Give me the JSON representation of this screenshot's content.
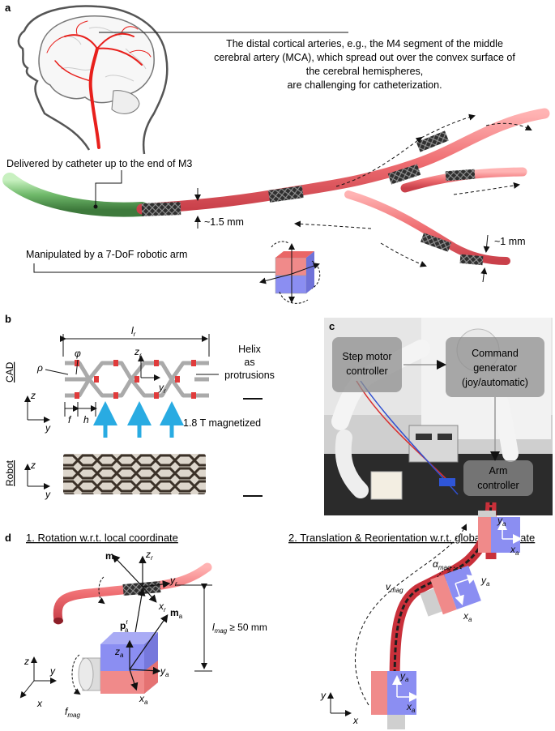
{
  "panel_a": {
    "letter": "a",
    "caption_lines": [
      "The distal cortical arteries, e.g., the M4 segment of the middle",
      "cerebral artery (MCA), which spread out over the convex surface of",
      "the cerebral hemispheres,",
      "are challenging for catheterization."
    ],
    "catheter_label": "Delivered by catheter up to the end of M3",
    "diameter_large": "~1.5 mm",
    "diameter_small": "~1 mm",
    "arm_label": "Manipulated by a 7-DoF robotic arm"
  },
  "panel_b": {
    "letter": "b",
    "cad_label": "CAD",
    "robot_label": "Robot",
    "length_label": "l",
    "length_sub": "r",
    "phi": "φ",
    "rho": "ρ",
    "f": "f",
    "h": "h",
    "z_r": "z",
    "z_r_sub": "r",
    "y_r": "y",
    "y_r_sub": "r",
    "helix_lines": [
      "Helix",
      "as",
      "protrusions"
    ],
    "magnetized": "1.8 T magnetized",
    "axis_z": "z",
    "axis_y": "y"
  },
  "panel_c": {
    "letter": "c",
    "step_motor_lines": [
      "Step motor",
      "controller"
    ],
    "command_lines": [
      "Command",
      "generator",
      "(joy/automatic)"
    ],
    "arm_lines": [
      "Arm",
      "controller"
    ]
  },
  "panel_d": {
    "letter": "d",
    "title_1": "1. Rotation w.r.t. local coordinate",
    "title_2": "2. Translation & Reorientation w.r.t. global coordinate",
    "m_r": "m",
    "m_r_sub": "r",
    "z_r": "z",
    "z_r_sub": "r",
    "y_r": "y",
    "y_r_sub": "r",
    "x_r": "x",
    "x_r_sub": "r",
    "p": "p",
    "p_sup": "r",
    "p_sub": "a",
    "m_a": "m",
    "m_a_sub": "a",
    "z_a": "z",
    "z_a_sub": "a",
    "y_a": "y",
    "y_a_sub": "a",
    "x_a": "x",
    "x_a_sub": "a",
    "l_mag": "l",
    "l_mag_sub": "mag",
    "l_mag_value": "≥ 50 mm",
    "f_mag": "f",
    "f_mag_sub": "mag",
    "v_mag": "v",
    "v_mag_sub": "mag",
    "alpha_mag": "α",
    "alpha_mag_sub": "mag",
    "axis_z": "z",
    "axis_y": "y",
    "axis_x": "x"
  },
  "colors": {
    "vessel": "#f08080",
    "vessel_dark": "#d9474f",
    "artery": "#e8201c",
    "magnet_red": "#f08a8a",
    "magnet_blue": "#8b8ef2",
    "arrow_blue": "#29abe2",
    "stent_dark": "#3a3a3a"
  }
}
